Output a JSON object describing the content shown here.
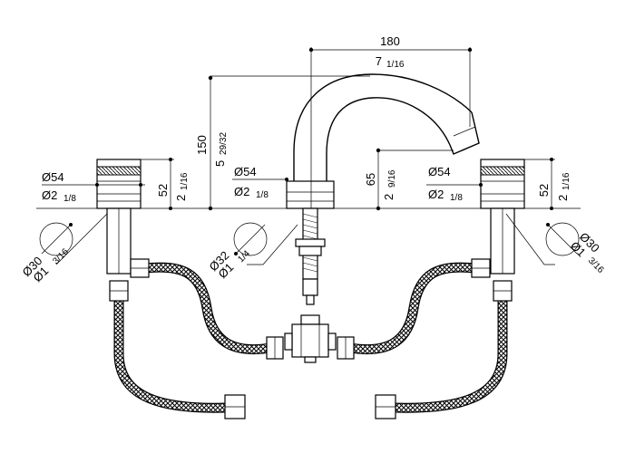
{
  "colors": {
    "line": "#000000",
    "background": "#ffffff"
  },
  "labels": {
    "spout_reach_mm": "180",
    "spout_reach_in_whole": "7",
    "spout_reach_in_frac": "1/16",
    "spout_height_mm": "150",
    "spout_height_in_whole": "5",
    "spout_height_in_frac": "29/32",
    "outlet_height_mm": "65",
    "outlet_height_in_whole": "2",
    "outlet_height_in_frac": "9/16",
    "left_handle_dia_mm": "Ø54",
    "left_handle_dia_in_whole": "Ø2",
    "left_handle_dia_in_frac": "1/8",
    "left_handle_height_mm": "52",
    "left_handle_height_in_whole": "2",
    "left_handle_height_in_frac": "1/16",
    "spout_base_dia_mm": "Ø54",
    "spout_base_dia_in_whole": "Ø2",
    "spout_base_dia_in_frac": "1/8",
    "right_handle_dia_mm": "Ø54",
    "right_handle_dia_in_whole": "Ø2",
    "right_handle_dia_in_frac": "1/8",
    "right_handle_height_mm": "52",
    "right_handle_height_in_whole": "2",
    "right_handle_height_in_frac": "1/16",
    "left_hole_dia_mm": "Ø30",
    "left_hole_dia_in_whole": "Ø1",
    "left_hole_dia_in_frac": "3/16",
    "center_hole_dia_mm": "Ø32",
    "center_hole_dia_in_whole": "Ø1",
    "center_hole_dia_in_frac": "1/4",
    "right_hole_dia_mm": "Ø30",
    "right_hole_dia_in_whole": "Ø1",
    "right_hole_dia_in_frac": "3/16"
  }
}
